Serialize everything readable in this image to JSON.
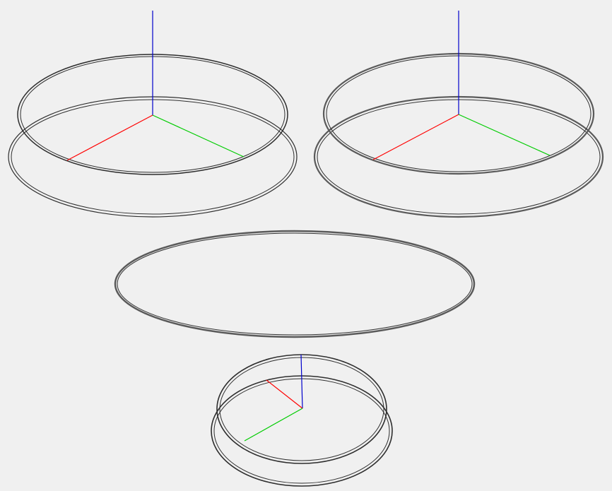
{
  "scene": {
    "background_color": "#f0f0f0",
    "axis_colors": {
      "x": "#ff0000",
      "y": "#00cc00",
      "z": "#0000cc"
    },
    "ring_colors": {
      "dark": "#2e2e2e",
      "gray": "#5a5a5a"
    },
    "objects": [
      {
        "name": "ring-pair-top-left",
        "kind": "cylinder-outline-with-axes"
      },
      {
        "name": "ring-pair-top-right",
        "kind": "cylinder-outline-with-axes"
      },
      {
        "name": "ellipse-center",
        "kind": "flat-ring"
      },
      {
        "name": "ring-pair-bottom",
        "kind": "cylinder-outline-with-axes"
      }
    ]
  }
}
